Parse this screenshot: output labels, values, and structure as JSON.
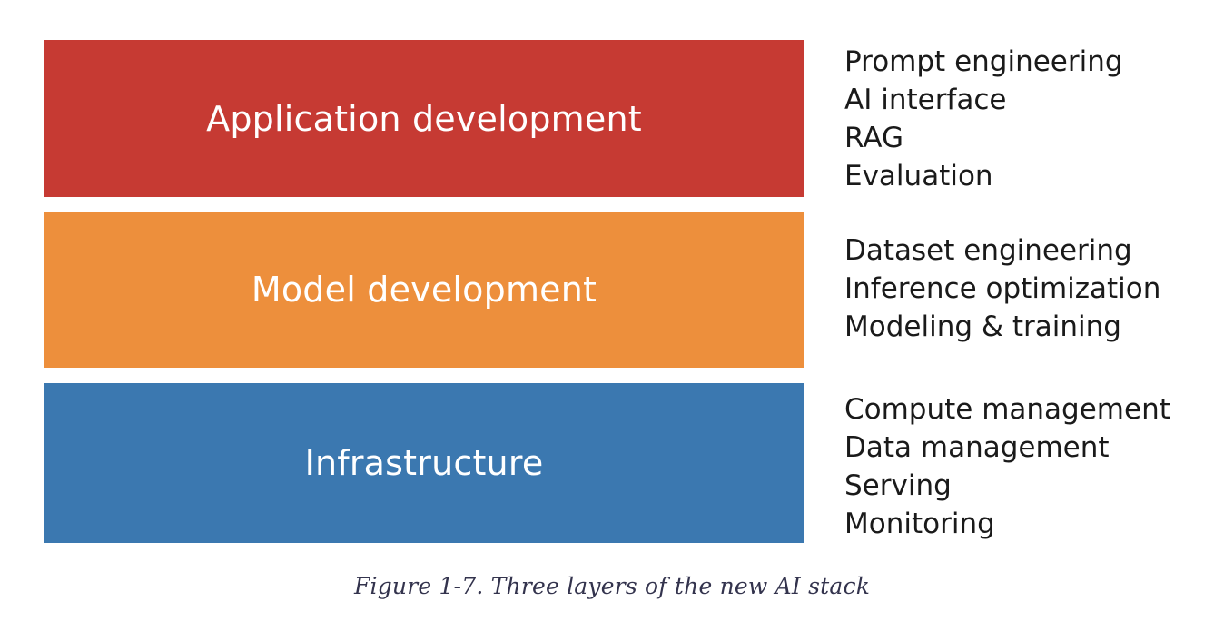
{
  "figure": {
    "caption": "Figure 1-7. Three layers of the new AI stack",
    "background_color": "#ffffff",
    "text_color": "#1a1a1a",
    "caption_color": "#33334d"
  },
  "diagram_data": {
    "type": "stacked-layer-diagram",
    "title": "Three layers of the new AI stack",
    "orientation": "vertical-stack-top-to-bottom",
    "layers": [
      {
        "name": "Application development",
        "color": "#c63a33",
        "color_name": "red",
        "order": 1,
        "components": [
          "Prompt engineering",
          "AI interface",
          "RAG",
          "Evaluation"
        ]
      },
      {
        "name": "Model development",
        "color": "#ed8f3c",
        "color_name": "orange",
        "order": 2,
        "components": [
          "Dataset engineering",
          "Inference optimization",
          "Modeling & training"
        ]
      },
      {
        "name": "Infrastructure",
        "color": "#3b78b0",
        "color_name": "blue",
        "order": 3,
        "components": [
          "Compute management",
          "Data management",
          "Serving",
          "Monitoring"
        ]
      }
    ]
  }
}
